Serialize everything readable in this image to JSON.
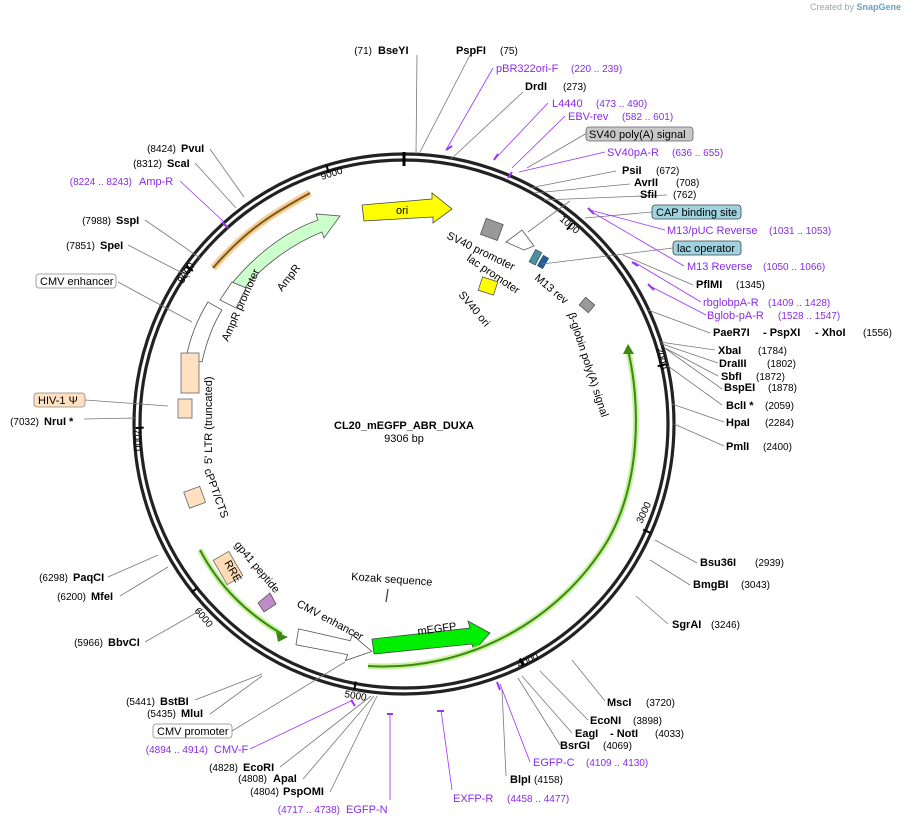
{
  "credit": {
    "prefix": "Created by",
    "brand": "SnapGene"
  },
  "plasmid": {
    "name": "CL20_mEGFP_ABR_DUXA",
    "size_text": "9306 bp",
    "length": 9306
  },
  "ticks": [
    "1000",
    "2000",
    "3000",
    "4000",
    "5000",
    "6000",
    "7000",
    "8000",
    "9000"
  ],
  "enzymes": [
    {
      "name": "BseYI",
      "pos": "(71)",
      "bp": 71
    },
    {
      "name": "PspFI",
      "pos": "(75)",
      "bp": 75
    },
    {
      "name": "DrdI",
      "pos": "(273)",
      "bp": 273
    },
    {
      "name": "PsiI",
      "pos": "(672)",
      "bp": 672
    },
    {
      "name": "AvrII",
      "pos": "(708)",
      "bp": 708
    },
    {
      "name": "SfiI",
      "pos": "(762)",
      "bp": 762
    },
    {
      "name": "PflMI",
      "pos": "(1345)",
      "bp": 1345
    },
    {
      "name": "PaeR7I",
      "pos": "",
      "bp": 1556
    },
    {
      "name": "XbaI",
      "pos": "(1784)",
      "bp": 1784
    },
    {
      "name": "DraIII",
      "pos": "(1802)",
      "bp": 1802
    },
    {
      "name": "SbfI",
      "pos": "(1872)",
      "bp": 1872
    },
    {
      "name": "BspEI",
      "pos": "(1878)",
      "bp": 1878
    },
    {
      "name": "BclI *",
      "pos": "(2059)",
      "bp": 2059
    },
    {
      "name": "HpaI",
      "pos": "(2284)",
      "bp": 2284
    },
    {
      "name": "PmlI",
      "pos": "(2400)",
      "bp": 2400
    },
    {
      "name": "Bsu36I",
      "pos": "(2939)",
      "bp": 2939
    },
    {
      "name": "BmgBI",
      "pos": "(3043)",
      "bp": 3043
    },
    {
      "name": "SgrAI",
      "pos": "(3246)",
      "bp": 3246
    },
    {
      "name": "MscI",
      "pos": "(3720)",
      "bp": 3720
    },
    {
      "name": "EcoNI",
      "pos": "(3898)",
      "bp": 3898
    },
    {
      "name": "EagI",
      "pos": "",
      "bp": 4033
    },
    {
      "name": "BsrGI",
      "pos": "(4069)",
      "bp": 4069
    },
    {
      "name": "BlpI",
      "pos": "(4158)",
      "bp": 4158
    },
    {
      "name": "PspOMI",
      "pos": "(4804)",
      "bp": 4804
    },
    {
      "name": "ApaI",
      "pos": "(4808)",
      "bp": 4808
    },
    {
      "name": "EcoRI",
      "pos": "(4828)",
      "bp": 4828
    },
    {
      "name": "MluI",
      "pos": "(5435)",
      "bp": 5435
    },
    {
      "name": "BstBI",
      "pos": "(5441)",
      "bp": 5441
    },
    {
      "name": "BbvCI",
      "pos": "(5966)",
      "bp": 5966
    },
    {
      "name": "MfeI",
      "pos": "(6200)",
      "bp": 6200
    },
    {
      "name": "PaqCI",
      "pos": "(6298)",
      "bp": 6298
    },
    {
      "name": "NruI *",
      "pos": "(7032)",
      "bp": 7032
    },
    {
      "name": "SpeI",
      "pos": "(7851)",
      "bp": 7851
    },
    {
      "name": "SspI",
      "pos": "(7988)",
      "bp": 7988
    },
    {
      "name": "ScaI",
      "pos": "(8312)",
      "bp": 8312
    },
    {
      "name": "PvuI",
      "pos": "(8424)",
      "bp": 8424
    }
  ],
  "multi_enzyme": {
    "psp": "- PspXI",
    "xho": "- XhoI",
    "xho_pos": "(1556)",
    "not": "- NotI",
    "not_pos": "(4033)"
  },
  "primers": [
    {
      "name": "pBR322ori-F",
      "range": "(220 .. 239)"
    },
    {
      "name": "L4440",
      "range": "(473 .. 490)"
    },
    {
      "name": "EBV-rev",
      "range": "(582 .. 601)"
    },
    {
      "name": "SV40pA-R",
      "range": "(636 .. 655)"
    },
    {
      "name": "M13/pUC Reverse",
      "range": "(1031 .. 1053)"
    },
    {
      "name": "M13 Reverse",
      "range": "(1050 .. 1066)"
    },
    {
      "name": "rbglobpA-R",
      "range": "(1409 .. 1428)"
    },
    {
      "name": "Bglob-pA-R",
      "range": "(1528 .. 1547)"
    },
    {
      "name": "EGFP-C",
      "range": "(4109 .. 4130)"
    },
    {
      "name": "EXFP-R",
      "range": "(4458 .. 4477)"
    },
    {
      "name": "EGFP-N",
      "range": "(4717 .. 4738)"
    },
    {
      "name": "CMV-F",
      "range": "(4894 .. 4914)"
    },
    {
      "name": "Amp-R",
      "range": "(8224 .. 8243)"
    }
  ],
  "boxed_labels": {
    "sv40_polya": "SV40 poly(A) signal",
    "cap": "CAP binding site",
    "lac_operator": "lac operator",
    "cmv_enhancer": "CMV enhancer",
    "hiv": "HIV-1 Ψ",
    "cmv_promoter": "CMV promoter"
  },
  "features": {
    "ori": "ori",
    "sv40_promoter": "SV40 promoter",
    "lac_promoter": "lac promoter",
    "m13_rev": "M13 rev",
    "sv40_ori": "SV40 ori",
    "bglobin": "β-globin poly(A) signal",
    "ampr": "AmpR",
    "ampr_promoter": "AmpR promoter",
    "ltr": "5' LTR (truncated)",
    "cppt": "cPPT/CTS",
    "rre": "RRE",
    "gp41": "gp41 peptide",
    "cmv_enhancer": "CMV enhancer",
    "kozak": "Kozak sequence",
    "megfp": "mEGFP"
  },
  "colors": {
    "ori": "#ffff00",
    "ampr": "#ccffcc",
    "megfp": "#00ee00",
    "primer": "#9b30ff",
    "tag_cap": "#9fd3e0",
    "tag_gray": "#c8c8c8",
    "tag_orange": "#ffe0c0",
    "rre": "#ffdcb4",
    "gp41": "#c08cc8"
  }
}
